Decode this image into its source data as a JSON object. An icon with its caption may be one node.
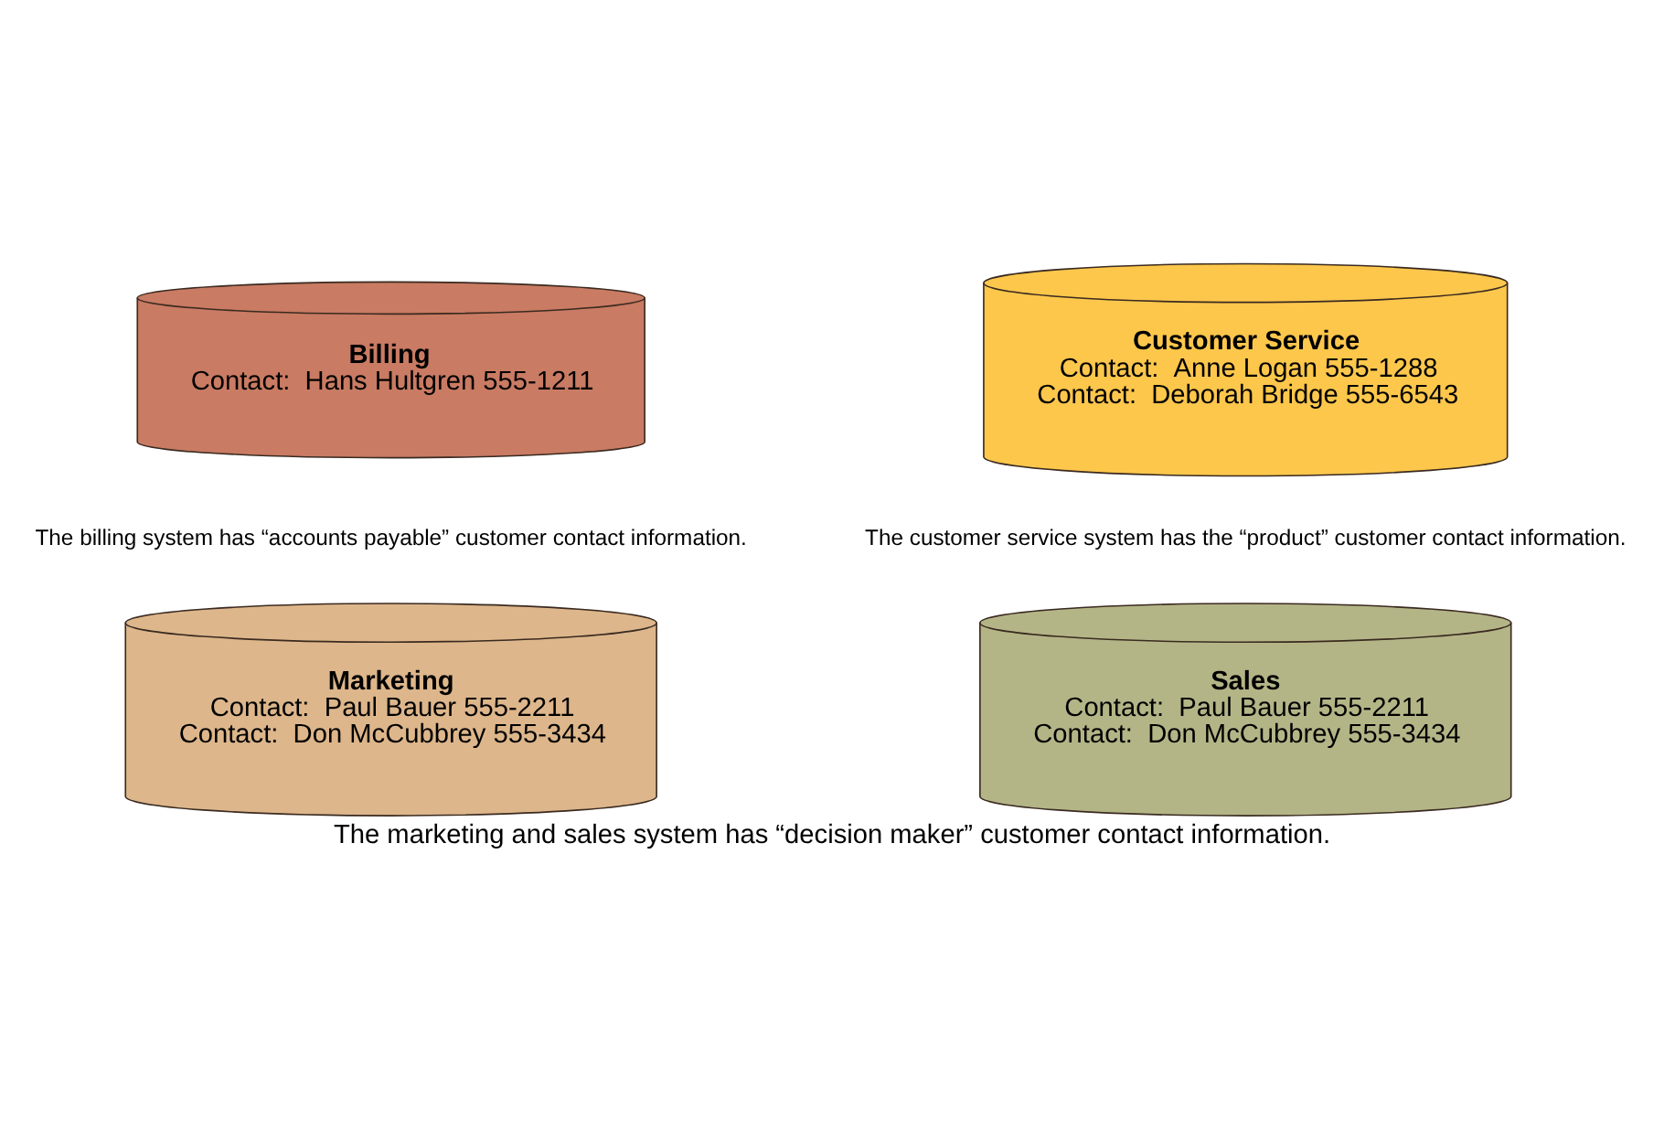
{
  "diagram": {
    "caption": "The marketing and sales system has “decision maker” customer contact information.",
    "nodes": [
      {
        "text": [
          "Billing",
          "Contact:  Hans Hultgren 555-1211"
        ],
        "beside": [
          "The billing system has “accounts payable” customer contact information."
        ]
      },
      {
        "text": [
          "Customer Service",
          "Contact:  Anne Logan 555-1288",
          "Contact:  Deborah Bridge 555-6543"
        ],
        "beside": [
          "The customer service system has the “product” customer contact information."
        ]
      },
      {
        "text": [
          "Marketing",
          "Contact:  Paul Bauer 555-2211",
          "Contact:  Don McCubbrey 555-3434"
        ]
      },
      {
        "text": [
          "Sales",
          "Contact:  Paul Bauer 555-2211",
          "Contact:  Don McCubbrey 555-3434"
        ]
      }
    ]
  }
}
